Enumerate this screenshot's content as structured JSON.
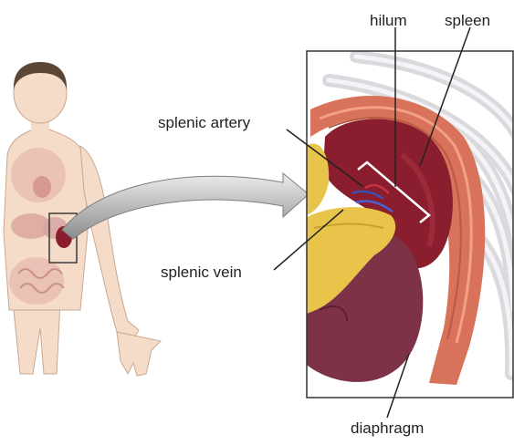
{
  "labels": {
    "hilum": "hilum",
    "spleen": "spleen",
    "splenic_artery": "splenic artery",
    "splenic_vein": "splenic vein",
    "diaphragm": "diaphragm"
  },
  "colors": {
    "skin": "#f4dcc8",
    "hair": "#5a4636",
    "spleen": "#8a1e2e",
    "spleen_dark": "#6a1020",
    "diaphragm": "#d9725a",
    "pancreas": "#e8c54a",
    "kidney": "#7e3248",
    "ribs": "#d9d9de",
    "arrow": "#9a9a9a",
    "leader_line": "#222222"
  }
}
